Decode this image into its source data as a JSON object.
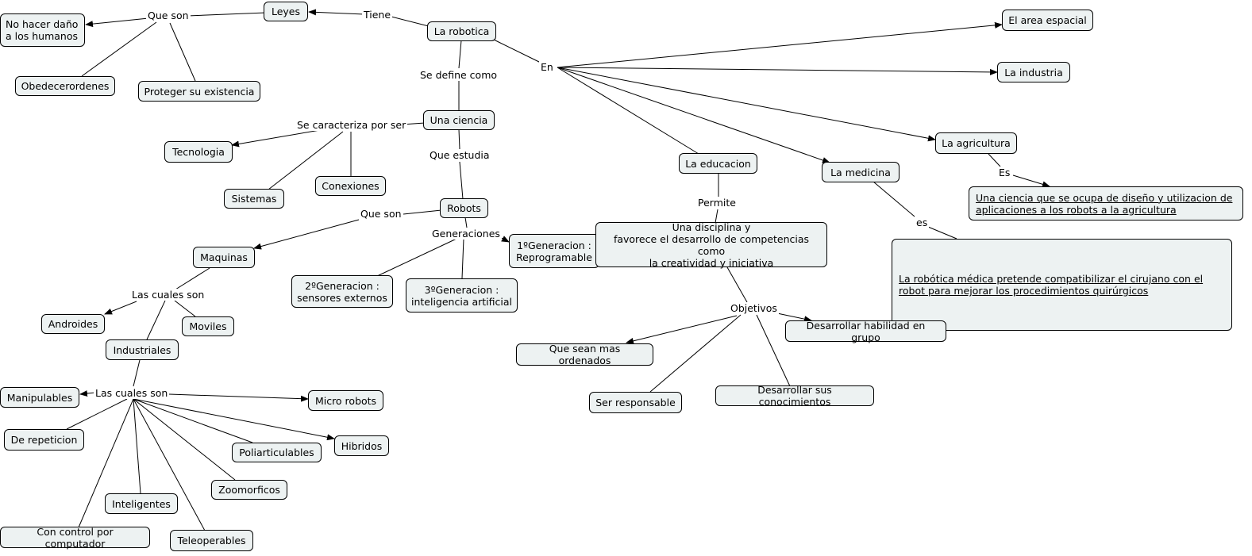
{
  "nodes": {
    "robotica": "La robotica",
    "leyes": "Leyes",
    "no_danio": "No hacer daño\na los humanos",
    "obedecer": "Obedecerordenes",
    "proteger": "Proteger su existencia",
    "ciencia": "Una ciencia",
    "tecnologia": "Tecnologia",
    "sistemas": "Sistemas",
    "conexiones": "Conexiones",
    "robots": "Robots",
    "maquinas": "Maquinas",
    "androides": "Androides",
    "moviles": "Moviles",
    "industriales": "Industriales",
    "manipulables": "Manipulables",
    "de_repeticion": "De repeticion",
    "micro_robots": "Micro robots",
    "hibridos": "Hibridos",
    "poliarticulables": "Poliarticulables",
    "zoomorficos": "Zoomorficos",
    "inteligentes": "Inteligentes",
    "con_control": "Con control por computador",
    "teleoperables": "Teleoperables",
    "gen1": "1ºGeneracion :\nReprogramable",
    "gen2": "2ºGeneracion :\nsensores externos",
    "gen3": "3ºGeneracion :\ninteligencia artificial",
    "area_espacial": "El area espacial",
    "industria": "La industria",
    "agricultura": "La agricultura",
    "educacion": "La educacion",
    "medicina": "La medicina",
    "agri_def": "Una ciencia que se ocupa de diseño y utilizacion de aplicaciones a los robots a la agricultura",
    "disciplina": "Una disciplina y\nfavorece el desarrollo de competencias como\nla  creatividad y iniciativa",
    "medicina_def": "La robótica médica pretende compatibilizar el cirujano con el robot para mejorar los procedimientos quirúrgicos",
    "habilidad": "Desarrollar habilidad en grupo",
    "ordenados": "Que sean mas ordenados",
    "responsable": "Ser responsable",
    "conocimientos": "Desarrollar sus conocimientos"
  },
  "links": {
    "tiene": "Tiene",
    "que_son_leyes": "Que son",
    "se_define": "Se define como",
    "en": "En",
    "caracteriza": "Se caracteriza por ser",
    "que_estudia": "Que estudia",
    "que_son_robots": "Que son",
    "generaciones": "Generaciones",
    "cuales_son_1": "Las cuales son",
    "cuales_son_2": "Las cuales son",
    "es_agri": "Es",
    "permite": "Permite",
    "es_med": "es",
    "objetivos": "Objetivos"
  }
}
